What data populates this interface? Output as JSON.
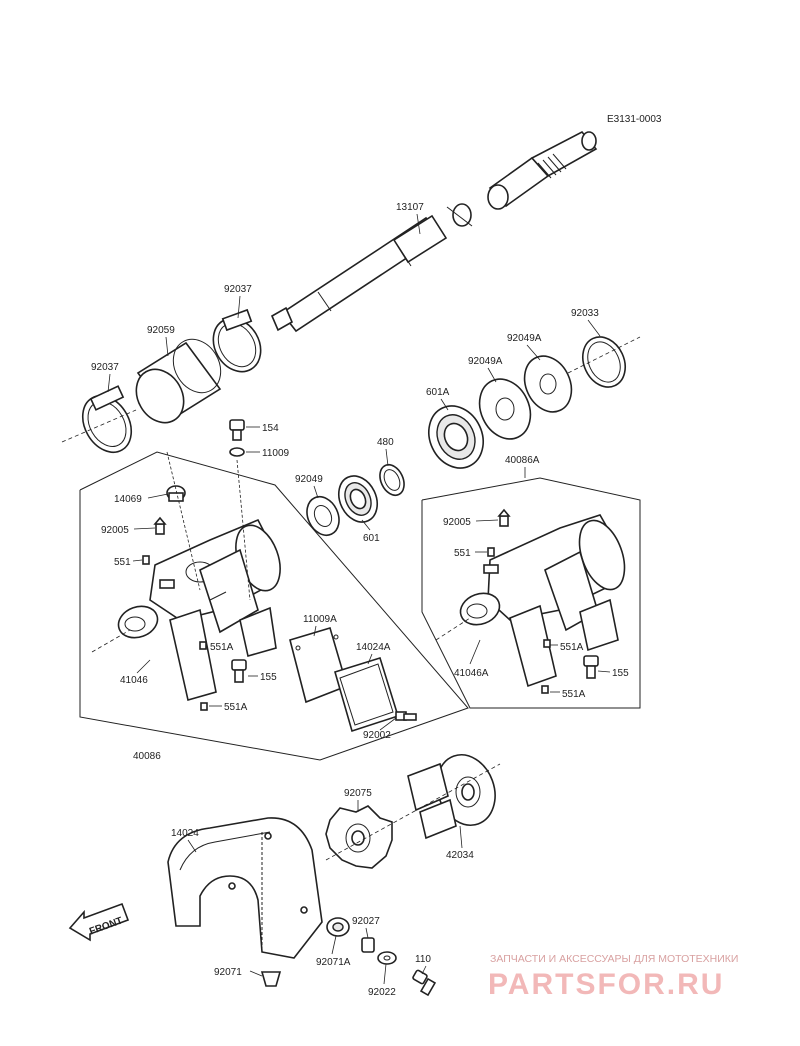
{
  "diagram": {
    "code": "E3131-0003",
    "front_label": "FRONT",
    "labels": {
      "p13107": "13107",
      "p92037a": "92037",
      "p92059": "92059",
      "p92037b": "92037",
      "p92033": "92033",
      "p92049A_a": "92049A",
      "p92049A_b": "92049A",
      "p601A": "601A",
      "p480": "480",
      "p92049": "92049",
      "p601": "601",
      "p154": "154",
      "p11009": "11009",
      "p14069": "14069",
      "p92005a": "92005",
      "p551a": "551",
      "p551Aa": "551A",
      "p41046": "41046",
      "p155a": "155",
      "p551Ab": "551A",
      "p40086": "40086",
      "p11009A": "11009A",
      "p14024A": "14024A",
      "p92002": "92002",
      "p40086A": "40086A",
      "p92005b": "92005",
      "p551b": "551",
      "p551Ac": "551A",
      "p41046A": "41046A",
      "p155b": "155",
      "p551Ad": "551A",
      "p92075": "92075",
      "p42034": "42034",
      "p14024": "14024",
      "p92027": "92027",
      "p92071A": "92071A",
      "p92071": "92071",
      "p110": "110",
      "p92022": "92022"
    }
  },
  "watermark": {
    "title": "ЗАПЧАСТИ И АКСЕССУАРЫ ДЛЯ МОТОТЕХНИКИ",
    "brand": "PARTSFOR.RU"
  }
}
